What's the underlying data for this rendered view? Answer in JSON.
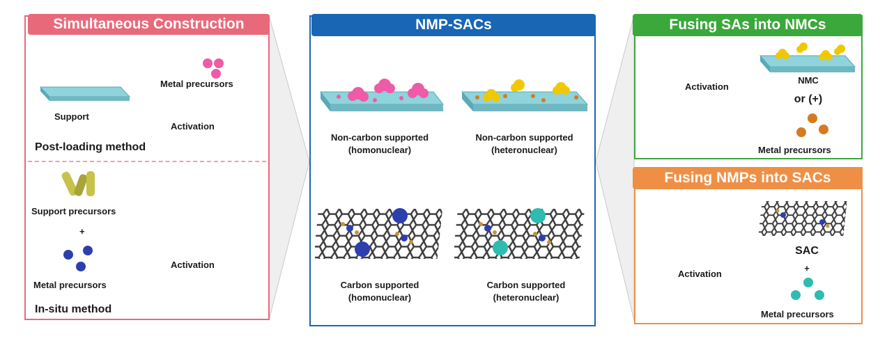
{
  "colors": {
    "simultaneous": "#e8697a",
    "nmp": "#1866b4",
    "fusing_sas": "#3aa83a",
    "fusing_nmps": "#ef8f45",
    "support_top": "#8fd3dc",
    "pink_metal": "#ee5ba6",
    "blue_metal": "#2d3fae",
    "teal_metal": "#2fbcb0",
    "orange_metal": "#d67a22",
    "yellow_cluster": "#f0c800",
    "graphene": "#3b3b3b"
  },
  "left": {
    "title": "Simultaneous Construction",
    "support_label": "Support",
    "metal_precursors": "Metal precursors",
    "activation_top": "Activation",
    "post_loading": "Post-loading method",
    "support_precursors": "Support precursors",
    "plus": "+",
    "metal_precursors_2": "Metal precursors",
    "activation_bottom": "Activation",
    "in_situ": "In-situ method"
  },
  "center": {
    "title": "NMP-SACs",
    "q1": [
      "Non-carbon supported",
      "(homonuclear)"
    ],
    "q2": [
      "Non-carbon supported",
      "(heteronuclear)"
    ],
    "q3": [
      "Carbon supported",
      "(homonuclear)"
    ],
    "q4": [
      "Carbon supported",
      "(heteronuclear)"
    ]
  },
  "right_top": {
    "title": "Fusing SAs into NMCs",
    "activation": "Activation",
    "nmc": "NMC",
    "or": "or (+)",
    "metal_precursors": "Metal precursors"
  },
  "right_bottom": {
    "title": "Fusing NMPs into SACs",
    "activation": "Activation",
    "sac": "SAC",
    "plus": "+",
    "metal_precursors": "Metal precursors"
  }
}
